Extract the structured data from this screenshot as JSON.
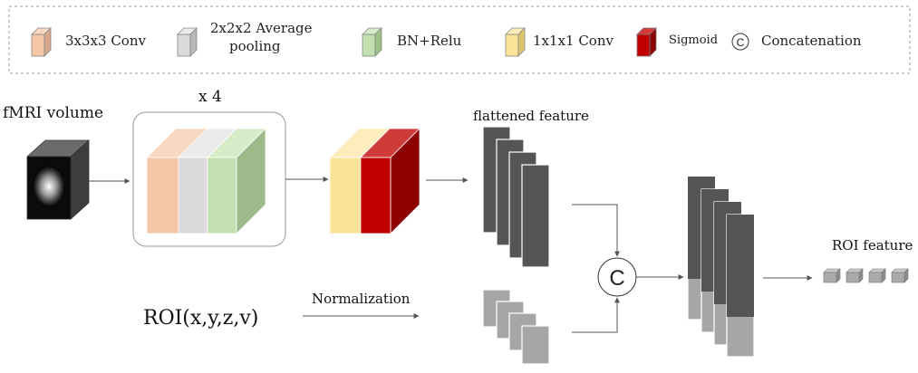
{
  "legend": {
    "items": [
      {
        "label": "3x3x3 Conv",
        "color": "#f5c6a8"
      },
      {
        "label_lines": [
          "2x2x2 Average",
          "pooling"
        ],
        "color": "#dadada"
      },
      {
        "label": "BN+Relu",
        "color": "#c2e0b0"
      },
      {
        "label": "1x1x1 Conv",
        "color": "#fbe39a"
      },
      {
        "label": "Sigmoid",
        "color": "#c00000"
      },
      {
        "symbol": "C",
        "label": "Concatenation"
      }
    ]
  },
  "labels": {
    "input": "fMRI volume",
    "repeat": "x 4",
    "flattened": "flattened feature",
    "roi_input": "ROI(x,y,z,v)",
    "normalization": "Normalization",
    "concat_symbol": "C",
    "output": "ROI feature"
  },
  "colors": {
    "conv": "#f5c6a8",
    "pool": "#dadada",
    "bn_relu": "#c2e0b0",
    "conv1": "#fbe39a",
    "sigmoid": "#c00000",
    "flattened": "#555555",
    "normalized": "#a6a6a6",
    "arrow": "#555555"
  }
}
